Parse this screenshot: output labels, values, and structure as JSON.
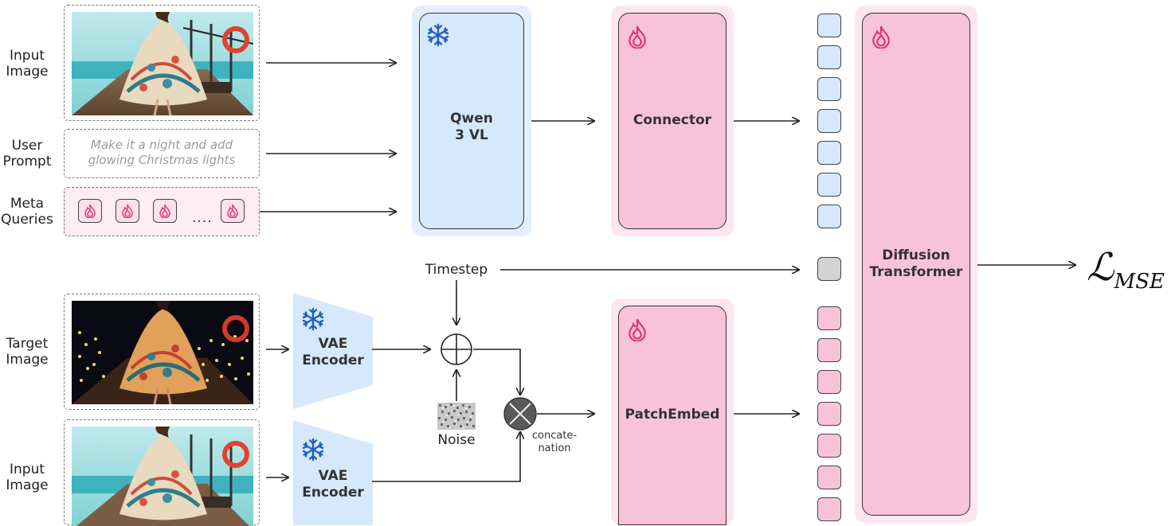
{
  "left_labels": {
    "input_image_top": "Input\nImage",
    "user_prompt": "User\nPrompt",
    "meta_queries": "Meta\nQueries",
    "target_image": "Target\nImage",
    "input_image_bottom": "Input\nImage"
  },
  "prompt_text": "Make it a night and add\nglowing Christmas lights",
  "meta_queries_ellipsis": "....",
  "blocks": {
    "qwen": "Qwen\n3 VL",
    "connector": "Connector",
    "patch_embed": "PatchEmbed",
    "dit": "Diffusion\nTransformer",
    "vae_top": "VAE\nEncoder",
    "vae_bottom": "VAE\nEncoder"
  },
  "timestep": "Timestep",
  "noise": "Noise",
  "concat": "concate-\nnation",
  "loss": {
    "symbol": "ℒ",
    "sub": "MSE"
  },
  "colors": {
    "frozen_fill": "#d6e8fb",
    "trainable_fill": "#f8c3d9",
    "trainable_halo": "#fde6ef",
    "frozen_halo": "#e3effc",
    "snowflake": "#1f5fbf",
    "flame": "#e0306e"
  },
  "icons": {
    "frozen": "snowflake-icon",
    "trainable": "flame-icon"
  }
}
